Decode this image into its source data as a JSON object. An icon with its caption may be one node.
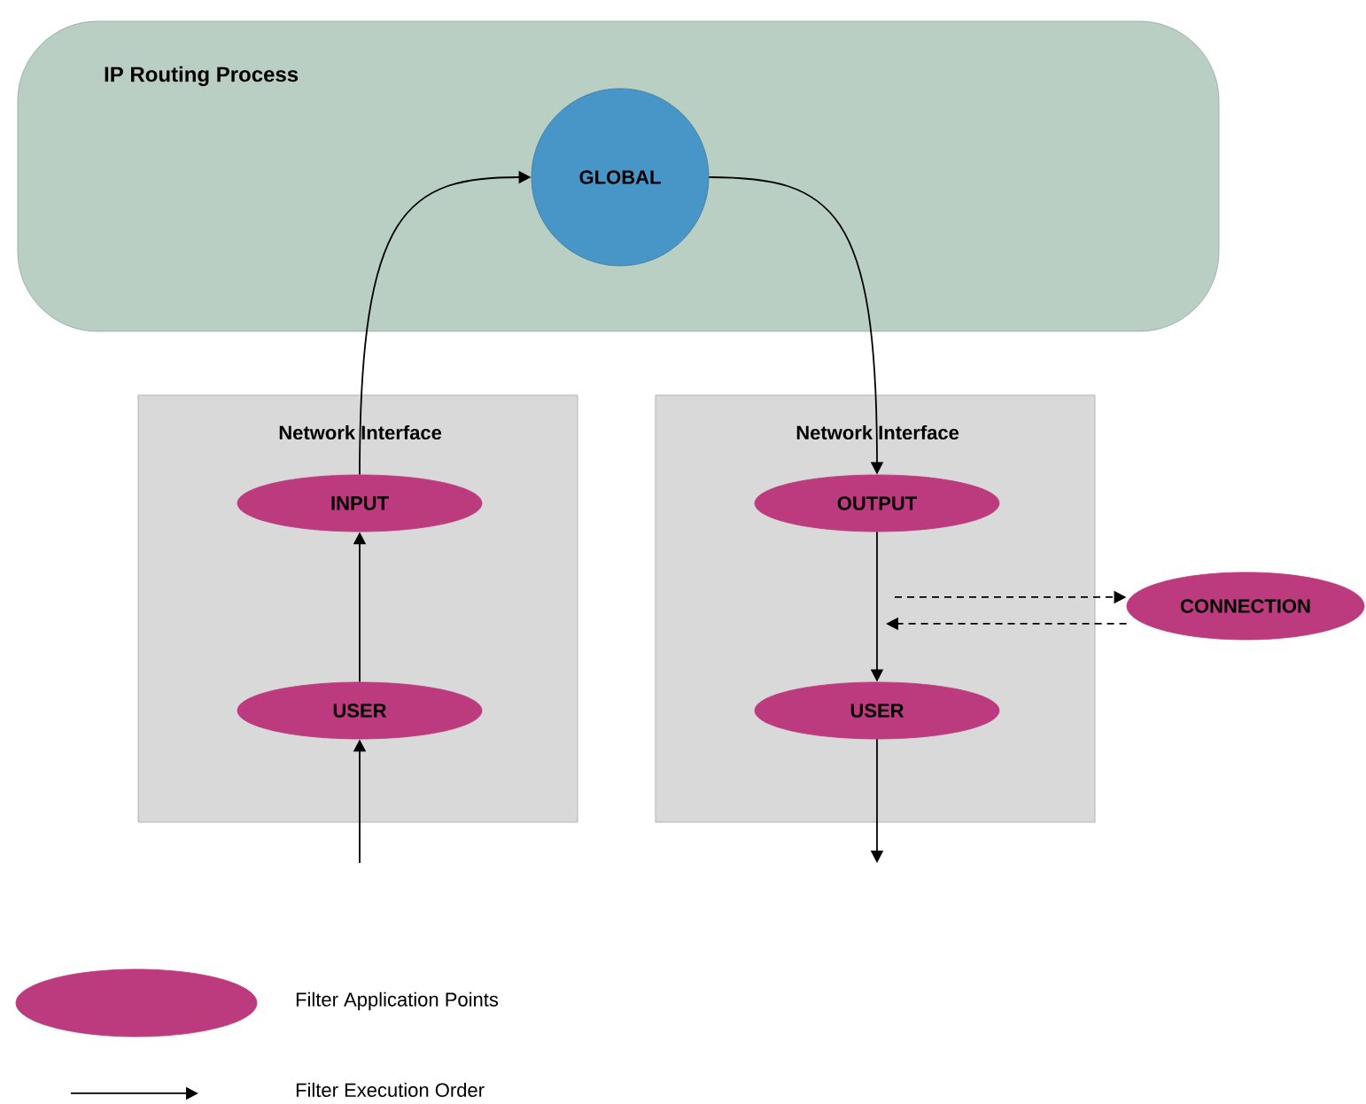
{
  "diagram": {
    "nodes": [
      {
        "text": [
          "IP Routing Process"
        ]
      },
      {
        "text": [
          "GLOBAL"
        ],
        "in": 0
      },
      {
        "text": [
          "Network Interface"
        ]
      },
      {
        "text": [
          "INPUT"
        ],
        "in": 2
      },
      {
        "text": [
          "USER"
        ],
        "in": 2
      },
      {
        "text": [
          "Network Interface"
        ]
      },
      {
        "text": [
          "OUTPUT"
        ],
        "in": 5
      },
      {
        "text": [
          "USER"
        ],
        "in": 5
      },
      {
        "text": [
          "CONNECTION"
        ]
      }
    ],
    "edges": [
      {
        "from": null,
        "to": 4,
        "arrow": "to"
      },
      {
        "from": 4,
        "to": 3,
        "arrow": "to"
      },
      {
        "from": 3,
        "to": 1,
        "arrow": "to"
      },
      {
        "from": 1,
        "to": 6,
        "arrow": "to"
      },
      {
        "from": 6,
        "to": 7,
        "arrow": "to"
      },
      {
        "from": 7,
        "to": null,
        "arrow": "to"
      },
      {
        "from": null,
        "to": 8,
        "arrow": "to",
        "style": "dashed"
      },
      {
        "from": 8,
        "to": null,
        "arrow": "to",
        "style": "dashed"
      }
    ],
    "legend": [
      {
        "text": "Filter Application Points",
        "color": "#bc3a7e"
      },
      {
        "text": "Filter Execution Order"
      }
    ]
  }
}
